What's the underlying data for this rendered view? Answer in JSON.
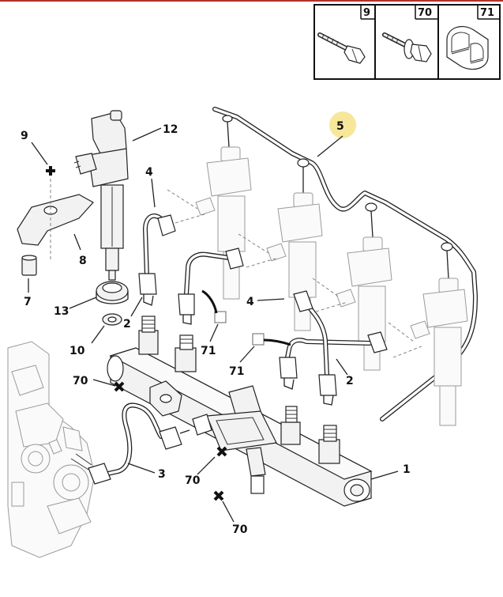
{
  "parts_header": [
    {
      "label": "9",
      "icon": "screw-icon"
    },
    {
      "label": "70",
      "icon": "bolt-washer-icon"
    },
    {
      "label": "71",
      "icon": "pipe-clip-icon"
    }
  ],
  "callouts": {
    "c1": "1",
    "c2a": "2",
    "c2b": "2",
    "c3": "3",
    "c4a": "4",
    "c4b": "4",
    "c5": "5",
    "c7": "7",
    "c8": "8",
    "c9": "9",
    "c10": "10",
    "c12": "12",
    "c13": "13",
    "c70a": "70",
    "c70b": "70",
    "c70c": "70",
    "c71a": "71",
    "c71b": "71"
  },
  "colors": {
    "frame_top_line": "#b0322a",
    "highlight_circle": "#f5e38a"
  }
}
